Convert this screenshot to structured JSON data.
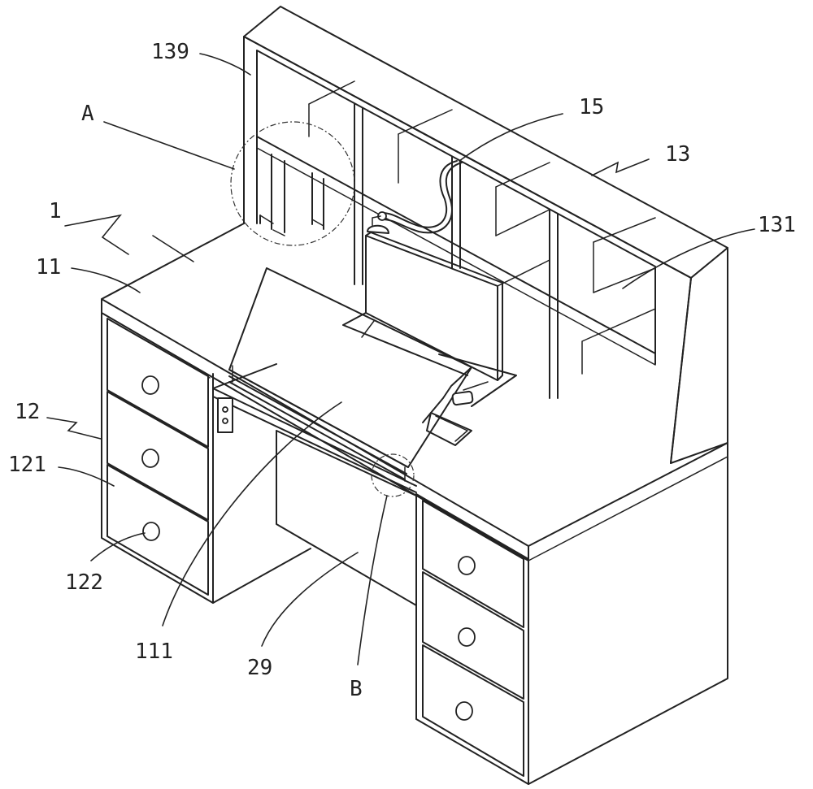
{
  "labels": {
    "l139": "139",
    "lA": "A",
    "l15": "15",
    "l13": "13",
    "l1": "1",
    "l131": "131",
    "l11": "11",
    "l12": "12",
    "l121": "121",
    "l122": "122",
    "l111": "111",
    "l29": "29",
    "lB": "B"
  }
}
